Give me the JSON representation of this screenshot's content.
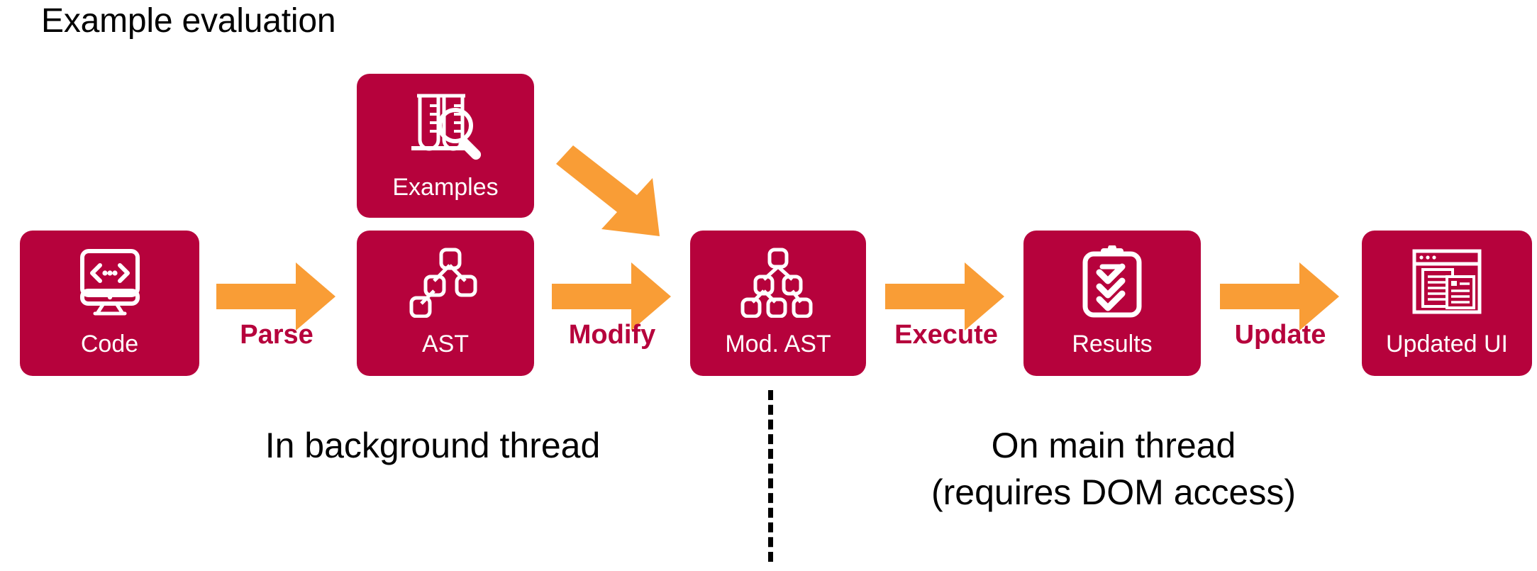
{
  "title": "Example evaluation",
  "colors": {
    "box_fill": "#b6023c",
    "arrow": "#f99d36",
    "label": "#b6023c",
    "text": "#000000",
    "background": "#ffffff",
    "icon": "#ffffff"
  },
  "nodes": [
    {
      "id": "code",
      "label": "Code",
      "icon": "monitor-code-icon"
    },
    {
      "id": "examples",
      "label": "Examples",
      "icon": "test-tubes-magnifier-icon"
    },
    {
      "id": "ast",
      "label": "AST",
      "icon": "tree-small-icon"
    },
    {
      "id": "mod_ast",
      "label": "Mod. AST",
      "icon": "tree-full-icon"
    },
    {
      "id": "results",
      "label": "Results",
      "icon": "clipboard-checks-icon"
    },
    {
      "id": "updated_ui",
      "label": "Updated UI",
      "icon": "browser-window-icon"
    }
  ],
  "steps": [
    {
      "id": "parse",
      "label": "Parse",
      "from": "code",
      "to": "ast"
    },
    {
      "id": "modify",
      "label": "Modify",
      "from": "ast",
      "to": "mod_ast"
    },
    {
      "id": "execute",
      "label": "Execute",
      "from": "mod_ast",
      "to": "results"
    },
    {
      "id": "update",
      "label": "Update",
      "from": "results",
      "to": "updated_ui"
    }
  ],
  "diagonal_arrow": {
    "from": "examples",
    "to": "mod_ast"
  },
  "regions": [
    {
      "id": "background",
      "text": "In background thread"
    },
    {
      "id": "main",
      "line1": "On main thread",
      "line2": "(requires DOM access)"
    }
  ]
}
